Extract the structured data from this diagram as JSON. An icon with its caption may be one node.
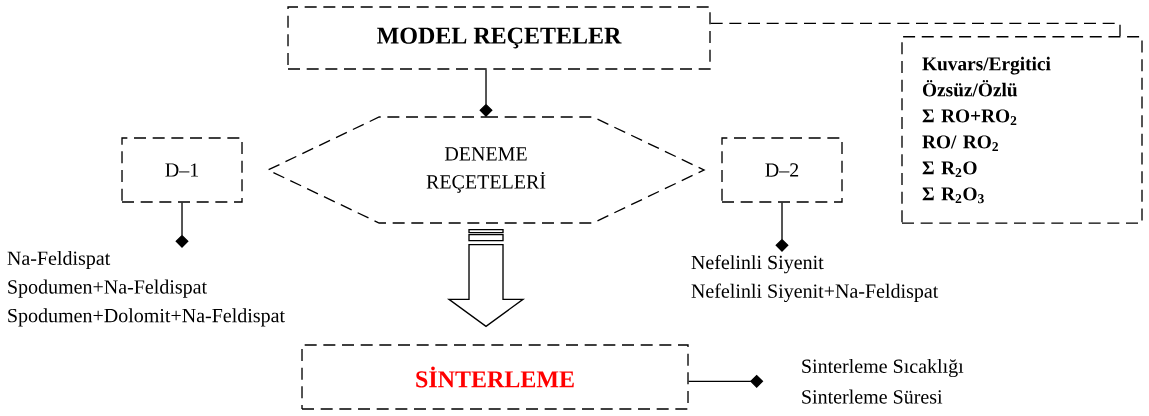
{
  "diagram": {
    "nodes": [
      {
        "text": [
          "MODEL REÇETELER"
        ]
      },
      {
        "text": [
          "Kuvars/Ergitici",
          "Özsüz/Özlü",
          "Σ RO+RO$_{2}$",
          "RO/ RO$_{2}$",
          "Σ R$_{2}$O",
          "Σ R$_{2}$O$_{3}$"
        ]
      },
      {
        "text": [
          "D–1"
        ]
      },
      {
        "text": [
          "DENEME REÇETELERİ"
        ]
      },
      {
        "text": [
          "D–2"
        ]
      },
      {
        "text": [
          "Na-Feldispat",
          "Spodumen+Na-Feldispat",
          "Spodumen+Dolomit+Na-Feldispat"
        ]
      },
      {
        "text": [
          "Nefelinli Siyenit",
          "Nefelinli Siyenit+Na-Feldispat"
        ]
      },
      {
        "text": [
          "SİNTERLEME"
        ]
      },
      {
        "text": [
          "Sinterleme Sıcaklığı",
          "Sinterleme Süresi"
        ]
      }
    ],
    "edges": [
      {
        "from": 0,
        "to": 3,
        "arrow": "other"
      },
      {
        "from": 2,
        "to": 5,
        "arrow": "other"
      },
      {
        "from": 4,
        "to": 6,
        "arrow": "other"
      },
      {
        "from": 3,
        "to": 7,
        "arrow": "to"
      },
      {
        "from": 7,
        "to": 8,
        "arrow": "other"
      },
      {
        "from": 0,
        "to": 1,
        "arrow": "none",
        "style": "dashed"
      }
    ]
  }
}
